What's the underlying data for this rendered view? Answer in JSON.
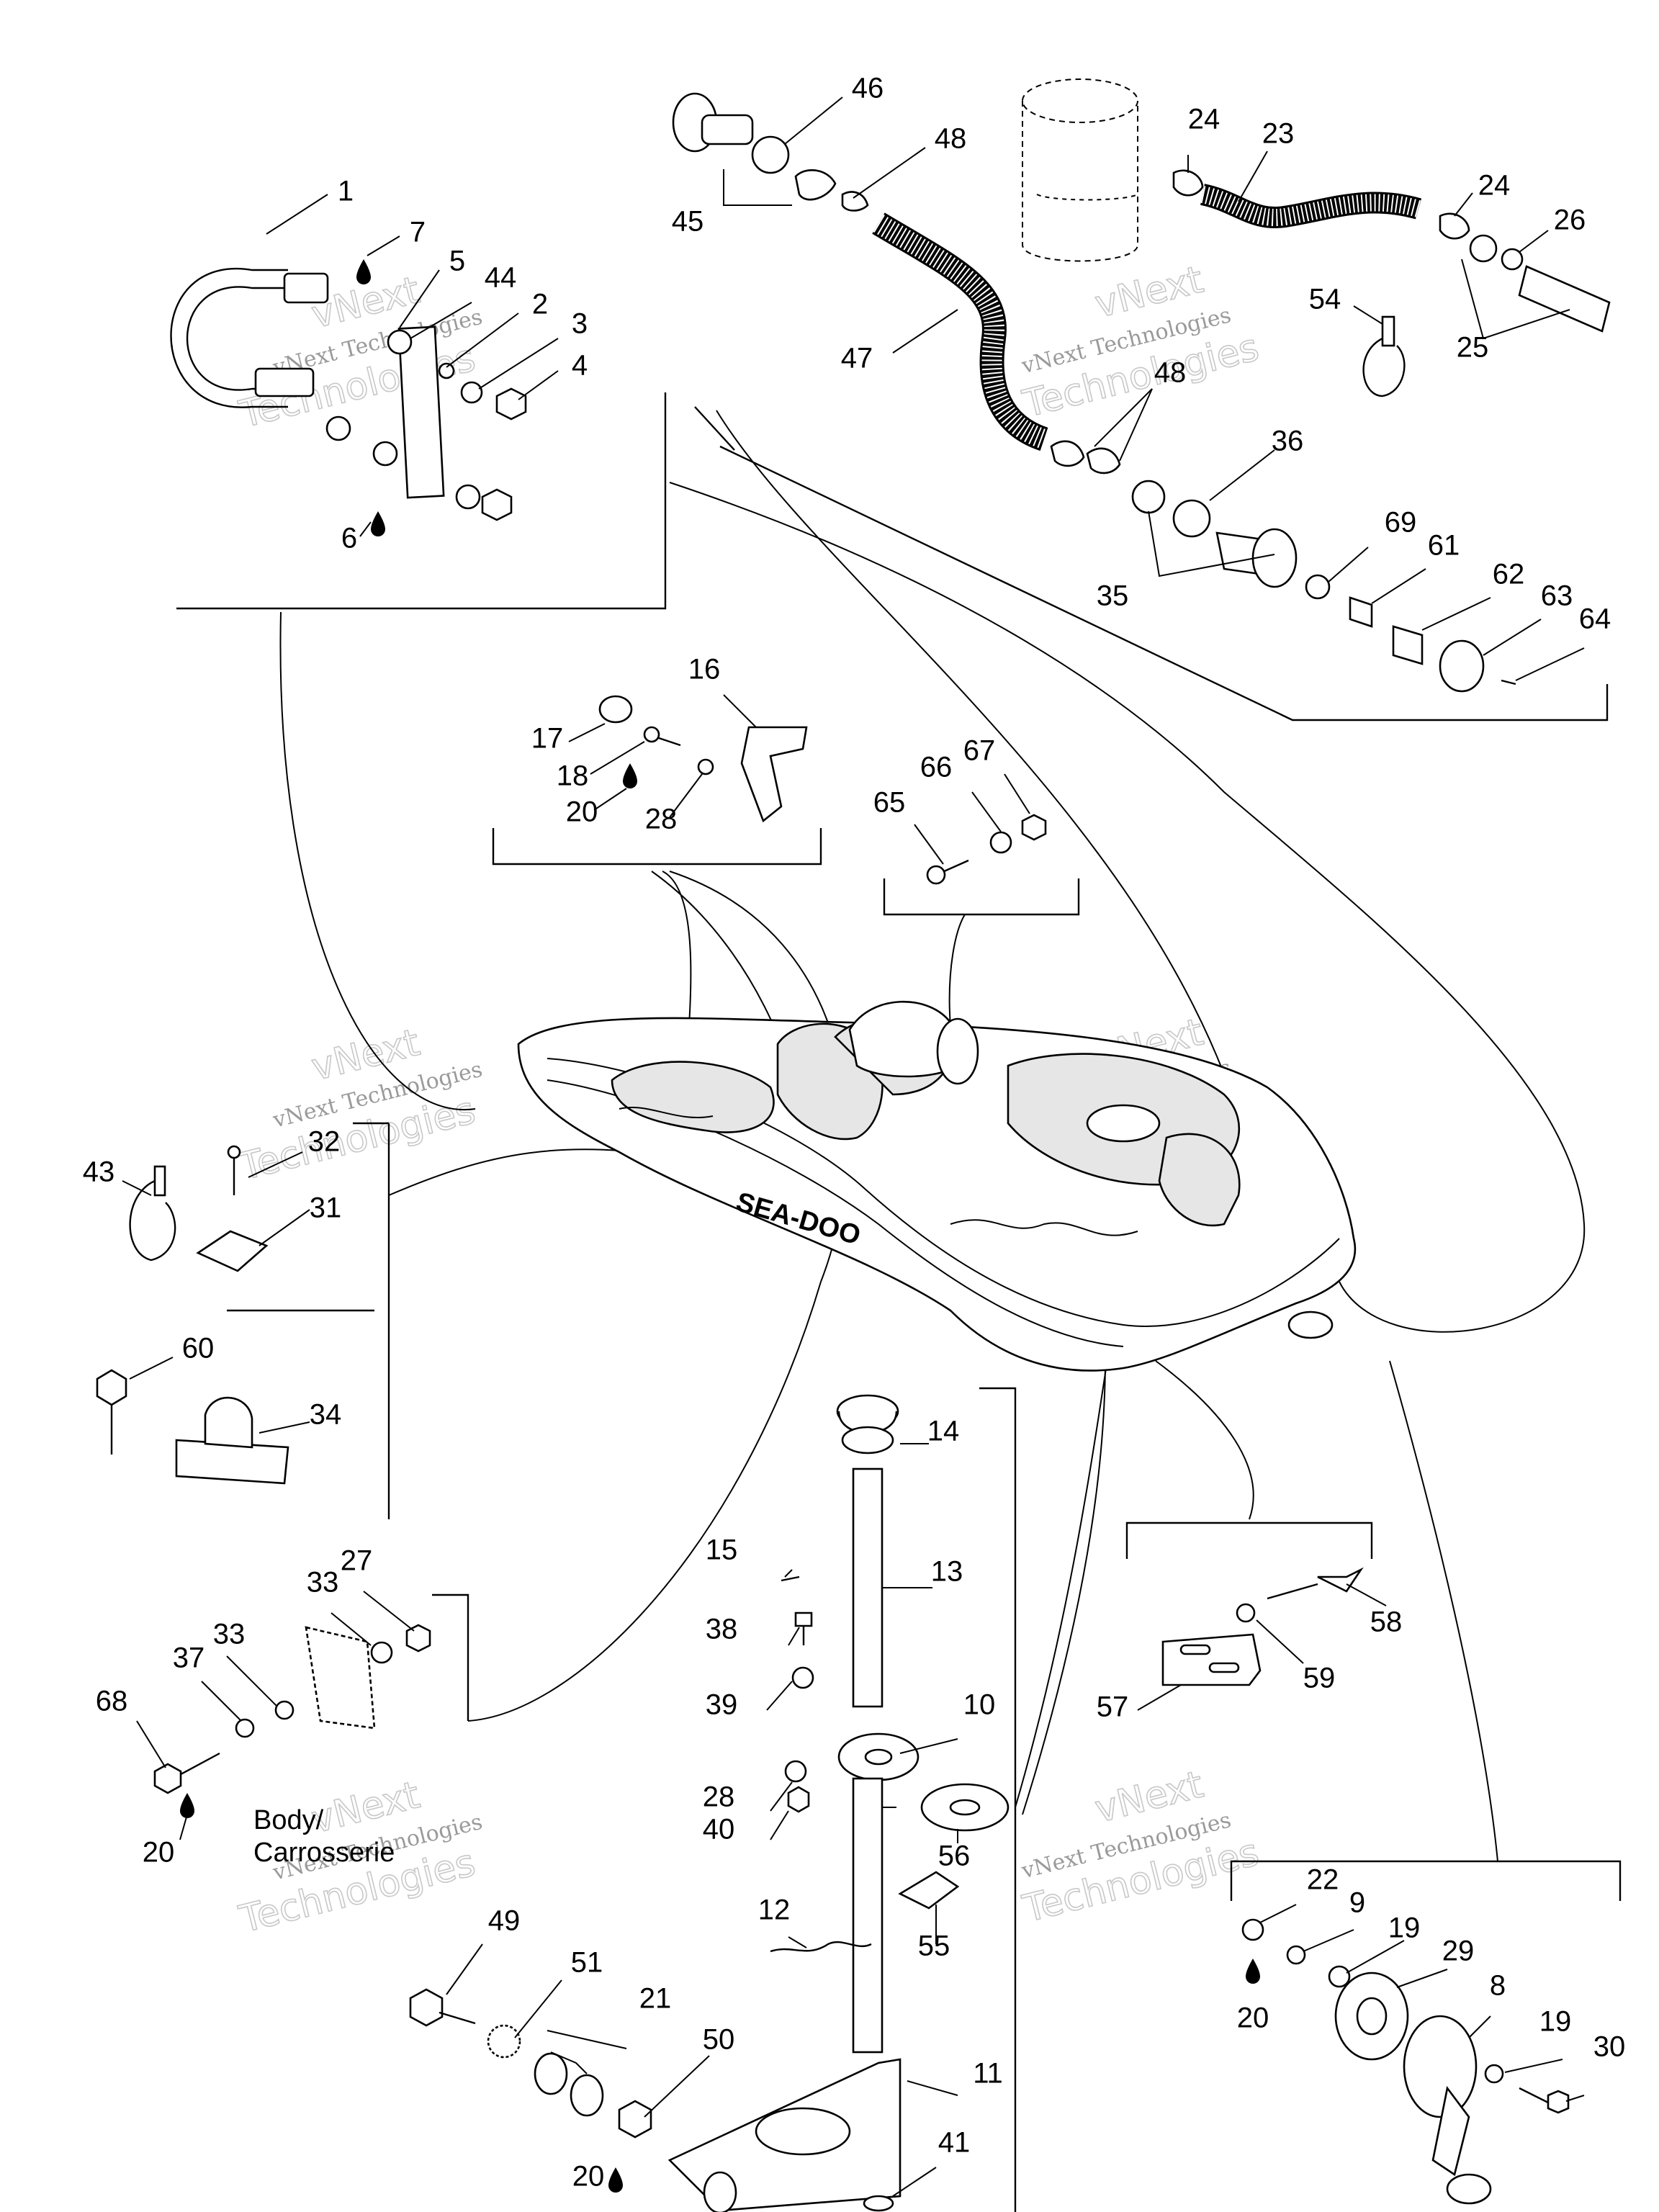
{
  "watermark": {
    "line1": "vNext",
    "line2": "Technologies",
    "line3": "vNext Technologies"
  },
  "caption": {
    "line1": "Body/",
    "line2": "Carrosserie"
  },
  "icons": {
    "sealant": "drop-icon"
  },
  "labels": {
    "l1": "1",
    "l2": "2",
    "l3": "3",
    "l4": "4",
    "l5": "5",
    "l6": "6",
    "l7": "7",
    "l8": "8",
    "l9": "9",
    "l10": "10",
    "l11": "11",
    "l12": "12",
    "l13": "13",
    "l14": "14",
    "l15": "15",
    "l16": "16",
    "l17": "17",
    "l18": "18",
    "l19a": "19",
    "l19b": "19",
    "l20a": "20",
    "l20b": "20",
    "l20c": "20",
    "l20d": "20",
    "l21": "21",
    "l22": "22",
    "l23": "23",
    "l24a": "24",
    "l24b": "24",
    "l25": "25",
    "l26": "26",
    "l27": "27",
    "l28a": "28",
    "l28b": "28",
    "l29": "29",
    "l30": "30",
    "l31": "31",
    "l32": "32",
    "l33a": "33",
    "l33b": "33",
    "l34": "34",
    "l35": "35",
    "l36": "36",
    "l37": "37",
    "l38": "38",
    "l39": "39",
    "l40": "40",
    "l41": "41",
    "l43": "43",
    "l44": "44",
    "l45": "45",
    "l46": "46",
    "l47": "47",
    "l48a": "48",
    "l48b": "48",
    "l49": "49",
    "l50": "50",
    "l51": "51",
    "l54": "54",
    "l55": "55",
    "l56": "56",
    "l57": "57",
    "l58": "58",
    "l59": "59",
    "l60": "60",
    "l61": "61",
    "l62": "62",
    "l63": "63",
    "l64": "64",
    "l65": "65",
    "l66": "66",
    "l67": "67",
    "l68": "68",
    "l69": "69"
  }
}
